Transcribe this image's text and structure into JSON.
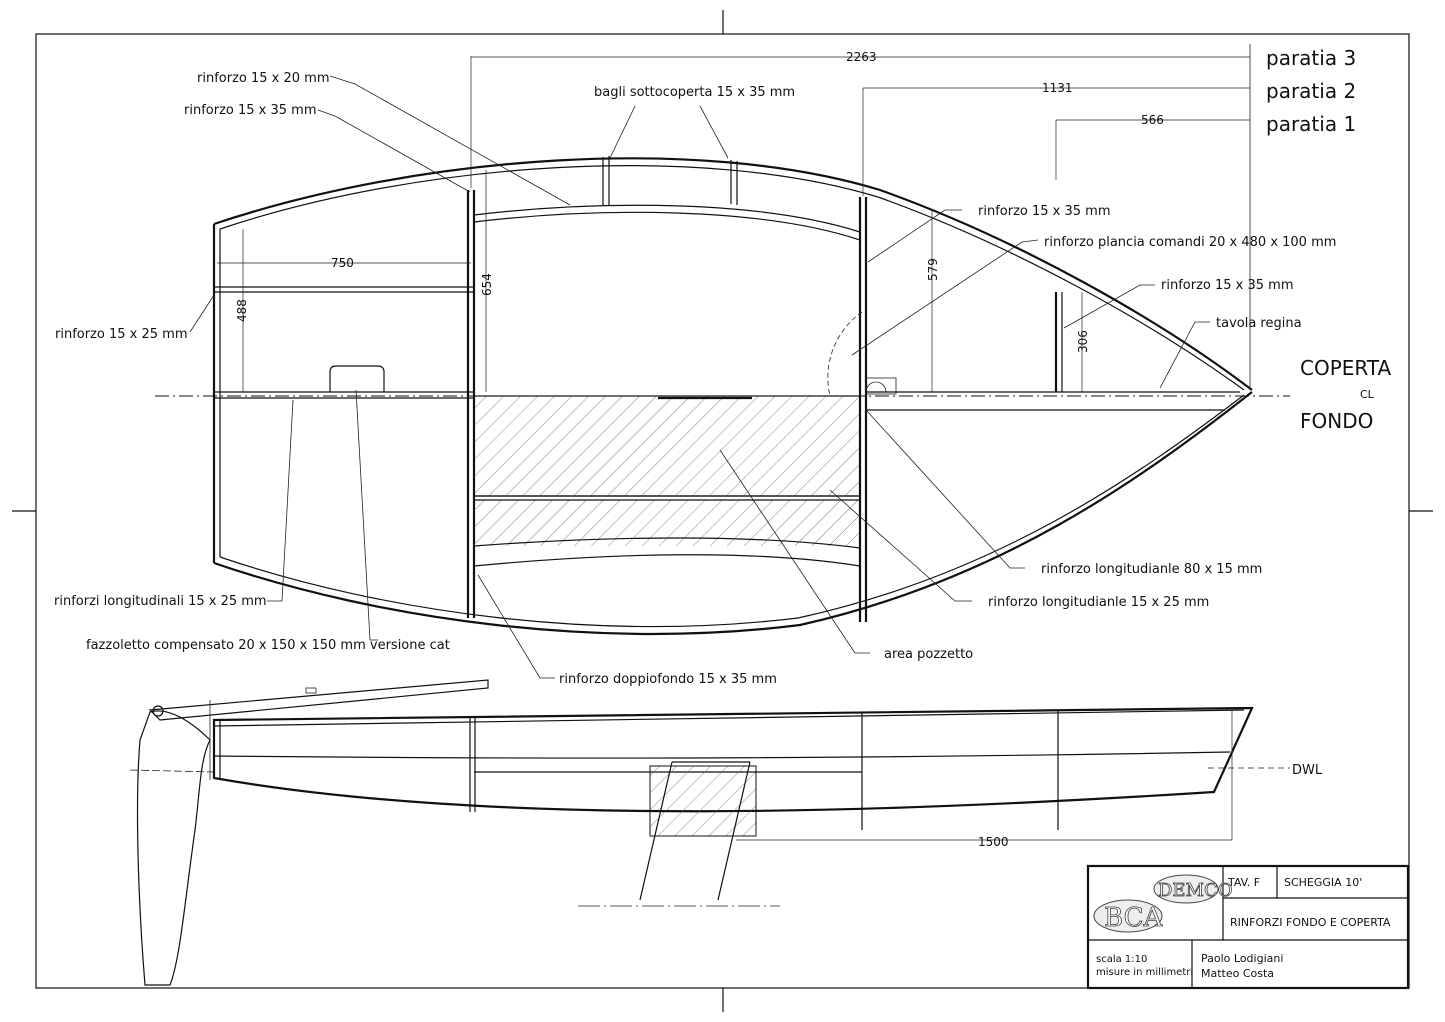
{
  "labels": {
    "rinf_15x20": "rinforzo 15 x 20 mm",
    "rinf_15x35_a": "rinforzo 15 x 35 mm",
    "bagli": "bagli sottocoperta 15 x 35 mm",
    "rinf_15x25": "rinforzo  15 x 25 mm",
    "rinf_15x35_b": "rinforzo 15 x 35 mm",
    "plancia": "rinforzo plancia comandi 20 x 480 x 100 mm",
    "rinf_15x35_c": "rinforzo 15 x 35 mm",
    "tavola": "tavola regina",
    "coperta": "COPERTA",
    "fondo": "FONDO",
    "cl": "CL",
    "long_80": "rinforzo longitudianle 80 x 15 mm",
    "long_15_25": "rinforzo longitudianle 15 x 25 mm",
    "longitudinali": "rinforzi longitudinali 15 x 25 mm",
    "fazzoletto": "fazzoletto compensato 20 x 150 x 150 mm versione cat",
    "pozzetto": "area pozzetto",
    "doppiofondo": "rinforzo doppiofondo 15 x 35 mm",
    "dwl": "DWL"
  },
  "bulkheads": {
    "p3": "paratia 3",
    "p2": "paratia 2",
    "p1": "paratia 1"
  },
  "dimensions": {
    "d2263": "2263",
    "d1131": "1131",
    "d566": "566",
    "d750": "750",
    "d488": "488",
    "d654": "654",
    "d579": "579",
    "d306": "306",
    "d1500": "1500"
  },
  "title_block": {
    "tav": "TAV. F",
    "project": "SCHEGGIA 10'",
    "subject": "RINFORZI FONDO E COPERTA",
    "scale": "scala 1:10",
    "units": "misure in millimetri",
    "author1": "Paolo Lodigiani",
    "author2": "Matteo Costa",
    "logo1": "DEMCO",
    "logo2": "BCA"
  }
}
